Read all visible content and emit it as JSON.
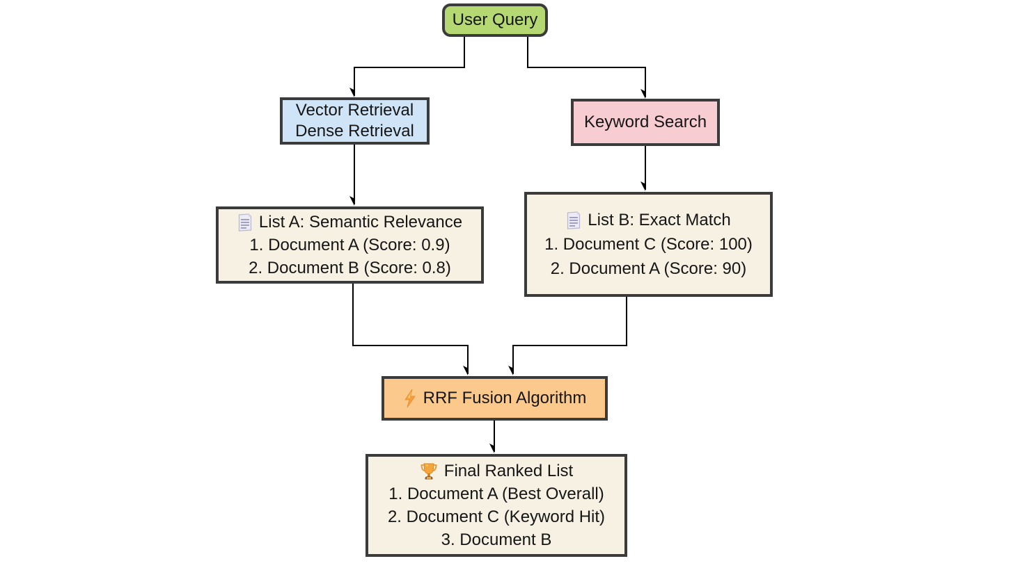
{
  "page": {
    "background": "#ffffff",
    "type": "flowchart"
  },
  "nodes": {
    "user_query": {
      "label": "User Query",
      "fill": "#b6d873"
    },
    "vector_retrieval": {
      "line1": "Vector Retrieval",
      "line2": "Dense Retrieval",
      "fill": "#d0e4f7"
    },
    "keyword_search": {
      "label": "Keyword Search",
      "fill": "#f8cdd2"
    },
    "list_a": {
      "icon": "document-icon",
      "title": "List A: Semantic Relevance",
      "items": [
        "1. Document A (Score: 0.9)",
        "2. Document B (Score: 0.8)"
      ],
      "fill": "#f6f1e3"
    },
    "list_b": {
      "icon": "document-icon",
      "title": "List B: Exact Match",
      "items": [
        "1. Document C (Score: 100)",
        "2. Document A (Score: 90)"
      ],
      "fill": "#f6f1e3"
    },
    "rrf_fusion": {
      "icon": "lightning-icon",
      "label": "RRF Fusion Algorithm",
      "fill": "#fcc98c"
    },
    "final_ranked": {
      "icon": "trophy-icon",
      "title": "Final Ranked List",
      "items": [
        "1. Document A (Best Overall)",
        "2. Document C (Keyword Hit)",
        "3. Document B"
      ],
      "fill": "#f6f1e3"
    }
  },
  "edges": [
    {
      "from": "user_query",
      "to": "vector_retrieval"
    },
    {
      "from": "user_query",
      "to": "keyword_search"
    },
    {
      "from": "vector_retrieval",
      "to": "list_a"
    },
    {
      "from": "keyword_search",
      "to": "list_b"
    },
    {
      "from": "list_a",
      "to": "rrf_fusion"
    },
    {
      "from": "list_b",
      "to": "rrf_fusion"
    },
    {
      "from": "rrf_fusion",
      "to": "final_ranked"
    }
  ],
  "colors": {
    "node_border": "#3b3b3b",
    "arrow": "#000000",
    "text": "#151515"
  }
}
